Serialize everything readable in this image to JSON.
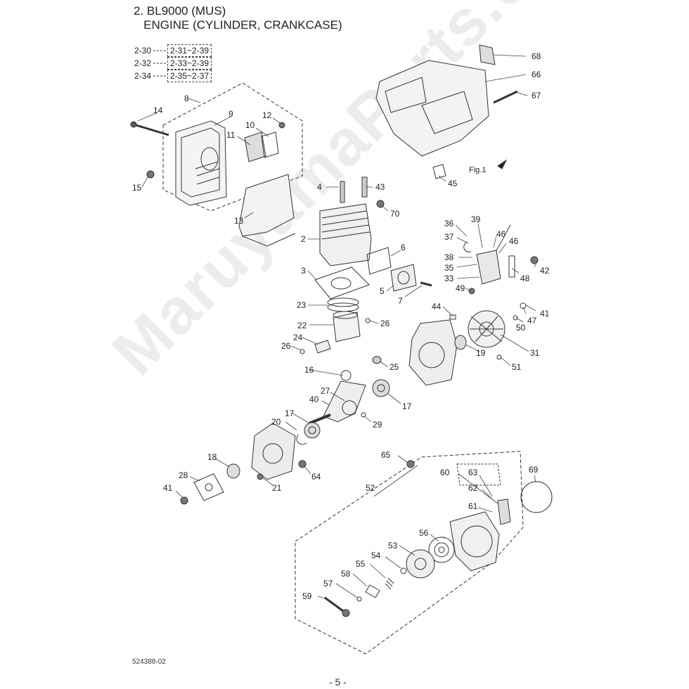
{
  "title": {
    "line1": "2. BL9000 (MUS)",
    "line2": "   ENGINE (CYLINDER, CRANKCASE)"
  },
  "refs": [
    {
      "key": "2-30",
      "range": "2-31~2-39"
    },
    {
      "key": "2-32",
      "range": "2-33~2-39"
    },
    {
      "key": "2-34",
      "range": "2-35~2-37"
    }
  ],
  "fig_label": "Fig.1",
  "doc_code": "524388-02",
  "page_number": "- 5 -",
  "watermark": "MaruyamaParts.com",
  "parts": {
    "p2": "2",
    "p3": "3",
    "p4": "4",
    "p5": "5",
    "p6": "6",
    "p7": "7",
    "p8": "8",
    "p9": "9",
    "p10": "10",
    "p11": "11",
    "p12": "12",
    "p13": "13",
    "p14": "14",
    "p15": "15",
    "p16": "16",
    "p17a": "17",
    "p17b": "17",
    "p18": "18",
    "p19": "19",
    "p20": "20",
    "p21": "21",
    "p22": "22",
    "p23": "23",
    "p24": "24",
    "p25": "25",
    "p26a": "26",
    "p26b": "26",
    "p27": "27",
    "p28": "28",
    "p29": "29",
    "p31": "31",
    "p33": "33",
    "p35": "35",
    "p36": "36",
    "p37": "37",
    "p38": "38",
    "p39": "39",
    "p40": "40",
    "p41a": "41",
    "p41b": "41",
    "p42": "42",
    "p43": "43",
    "p44": "44",
    "p45": "45",
    "p46a": "46",
    "p46b": "46",
    "p47": "47",
    "p48": "48",
    "p49": "49",
    "p50": "50",
    "p51": "51",
    "p52": "52",
    "p53": "53",
    "p54": "54",
    "p55": "55",
    "p56": "56",
    "p57": "57",
    "p58": "58",
    "p59": "59",
    "p60": "60",
    "p61": "61",
    "p62": "62",
    "p63": "63",
    "p64": "64",
    "p65": "65",
    "p66": "66",
    "p67": "67",
    "p68": "68",
    "p69": "69",
    "p70": "70"
  }
}
